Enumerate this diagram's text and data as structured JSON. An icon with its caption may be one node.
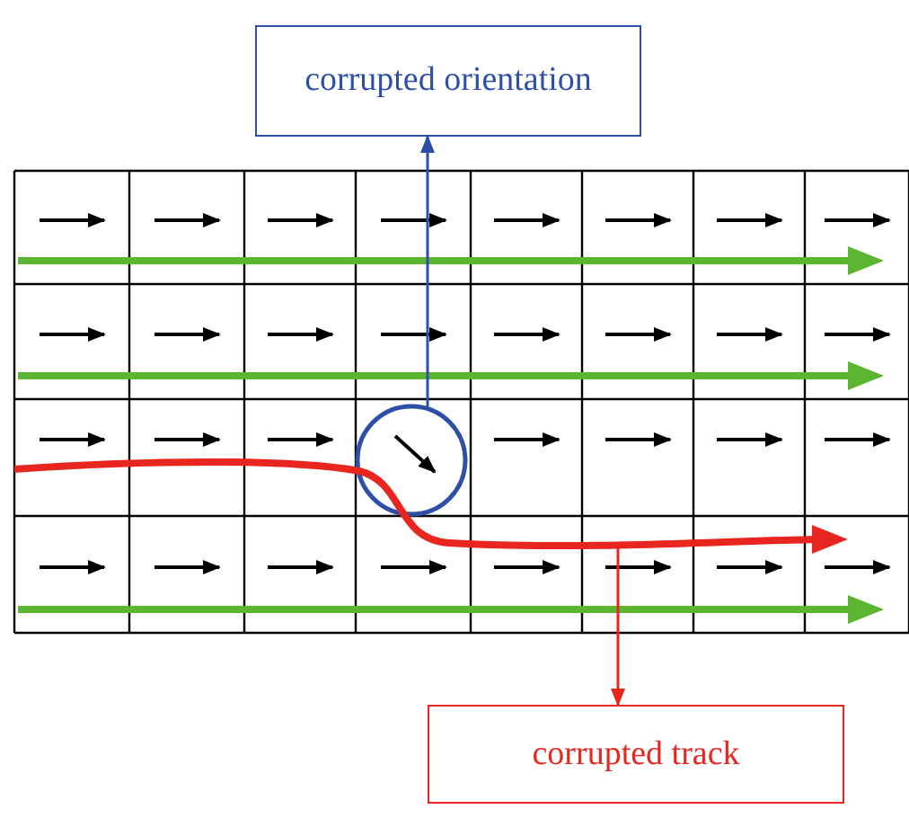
{
  "diagram": {
    "nodes": [
      {
        "text": [
          "corrupted orientation"
        ]
      },
      {
        "text": [
          "corrupted track"
        ]
      },
      {
        "text": [],
        "shape": "circle"
      },
      {
        "text": [],
        "shape": "arrow"
      }
    ],
    "edges": [
      {
        "from": 2,
        "to": 0,
        "arrow": "to",
        "color": "#2e4fa8"
      },
      {
        "from": 3,
        "to": 1,
        "arrow": "to",
        "color": "#e8251e"
      }
    ]
  }
}
